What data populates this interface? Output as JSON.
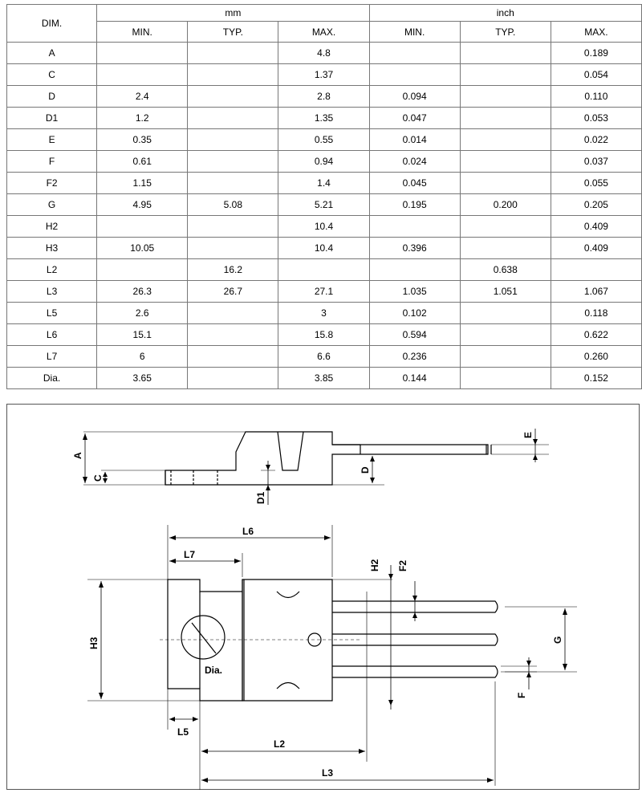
{
  "table": {
    "dim_header": "DIM.",
    "group_mm": "mm",
    "group_inch": "inch",
    "sub_headers": [
      "MIN.",
      "TYP.",
      "MAX.",
      "MIN.",
      "TYP.",
      "MAX."
    ],
    "rows": [
      [
        "A",
        "",
        "",
        "4.8",
        "",
        "",
        "0.189"
      ],
      [
        "C",
        "",
        "",
        "1.37",
        "",
        "",
        "0.054"
      ],
      [
        "D",
        "2.4",
        "",
        "2.8",
        "0.094",
        "",
        "0.110"
      ],
      [
        "D1",
        "1.2",
        "",
        "1.35",
        "0.047",
        "",
        "0.053"
      ],
      [
        "E",
        "0.35",
        "",
        "0.55",
        "0.014",
        "",
        "0.022"
      ],
      [
        "F",
        "0.61",
        "",
        "0.94",
        "0.024",
        "",
        "0.037"
      ],
      [
        "F2",
        "1.15",
        "",
        "1.4",
        "0.045",
        "",
        "0.055"
      ],
      [
        "G",
        "4.95",
        "5.08",
        "5.21",
        "0.195",
        "0.200",
        "0.205"
      ],
      [
        "H2",
        "",
        "",
        "10.4",
        "",
        "",
        "0.409"
      ],
      [
        "H3",
        "10.05",
        "",
        "10.4",
        "0.396",
        "",
        "0.409"
      ],
      [
        "L2",
        "",
        "16.2",
        "",
        "",
        "0.638",
        ""
      ],
      [
        "L3",
        "26.3",
        "26.7",
        "27.1",
        "1.035",
        "1.051",
        "1.067"
      ],
      [
        "L5",
        "2.6",
        "",
        "3",
        "0.102",
        "",
        "0.118"
      ],
      [
        "L6",
        "15.1",
        "",
        "15.8",
        "0.594",
        "",
        "0.622"
      ],
      [
        "L7",
        "6",
        "",
        "6.6",
        "0.236",
        "",
        "0.260"
      ],
      [
        "Dia.",
        "3.65",
        "",
        "3.85",
        "0.144",
        "",
        "0.152"
      ]
    ]
  },
  "drawing": {
    "labels": {
      "A": "A",
      "C": "C",
      "D": "D",
      "D1": "D1",
      "E": "E",
      "L6": "L6",
      "L7": "L7",
      "H2": "H2",
      "F2": "F2",
      "H3": "H3",
      "G": "G",
      "F": "F",
      "Dia": "Dia.",
      "L5": "L5",
      "L2": "L2",
      "L3": "L3"
    }
  }
}
